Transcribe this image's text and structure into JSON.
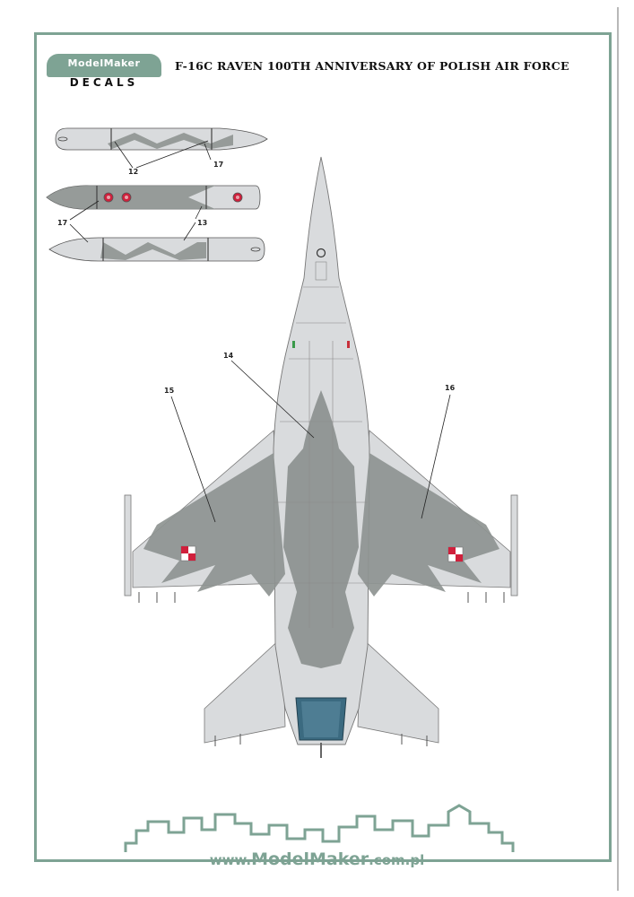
{
  "header": {
    "logo_top": "ModelMaker",
    "logo_bottom": "DECALS",
    "title": "F-16C RAVEN 100TH ANNIVERSARY OF POLISH AIR FORCE"
  },
  "callouts": {
    "tank_top_left": "12",
    "tank_top_right": "17",
    "tank_mid_left": "17",
    "tank_mid_right": "13",
    "center": "14",
    "left_wing": "15",
    "right_wing": "16"
  },
  "footer": {
    "url_prefix": "www.",
    "url_brand": "ModelMaker",
    "url_suffix": ".com.pl"
  },
  "colors": {
    "frame": "#7ea394",
    "aircraft_light": "#d9dbdd",
    "aircraft_dark": "#8e9491",
    "roundel_red": "#d0203c",
    "nozzle": "#3b6a80"
  }
}
